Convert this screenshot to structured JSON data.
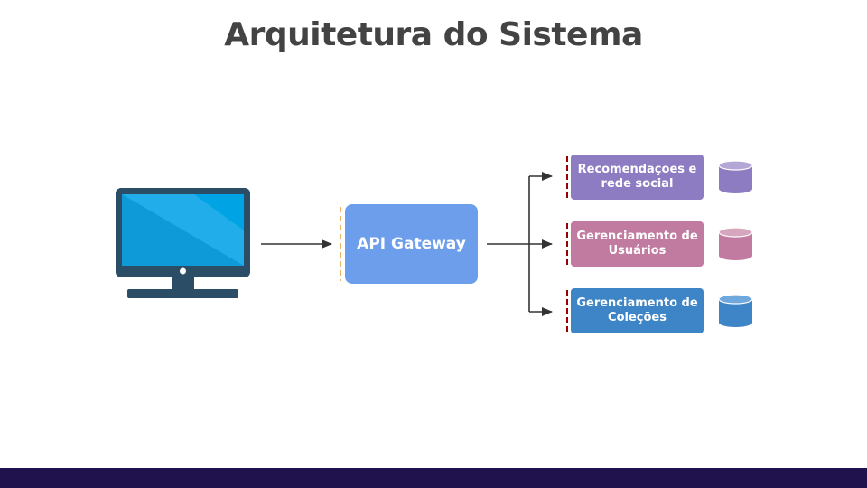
{
  "slide": {
    "title": "Arquitetura do Sistema"
  },
  "diagram": {
    "client": {
      "icon": "desktop-monitor-icon"
    },
    "gateway": {
      "label": "API Gateway",
      "color": "#6d9eeb",
      "marker_color": "#f6b26b"
    },
    "services": [
      {
        "label": "Recomendações e rede social",
        "color": "#8e7cc3",
        "database_color": "#8e7cc3",
        "marker_color": "#990000"
      },
      {
        "label": "Gerenciamento de Usuários",
        "color": "#c27ba0",
        "database_color": "#c27ba0",
        "marker_color": "#990000"
      },
      {
        "label": "Gerenciamento de Coleções",
        "color": "#3d85c6",
        "database_color": "#3d85c6",
        "marker_color": "#990000"
      }
    ]
  },
  "theme": {
    "title_color": "#434343",
    "footer_color": "#20124d",
    "arrow_color": "#333333"
  }
}
